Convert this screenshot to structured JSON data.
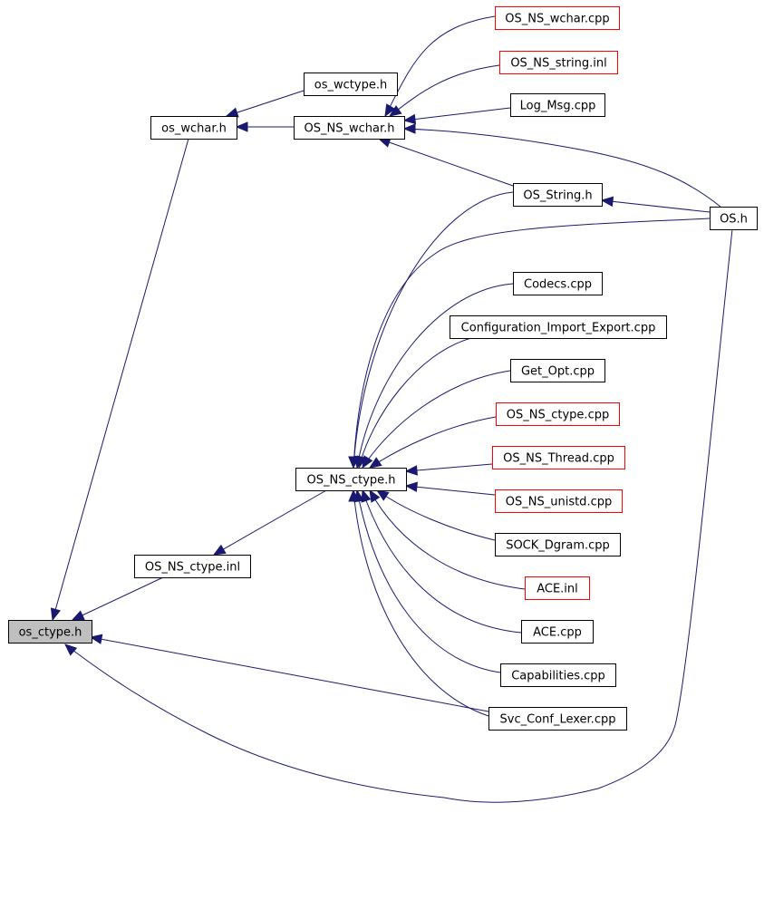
{
  "colors": {
    "edge": "#191970",
    "node_border_normal": "#000000",
    "node_border_truncated": "#ff0000",
    "node_fill": "#ffffff",
    "node_fill_focus": "#bfbfbf",
    "background": "#ffffff"
  },
  "nodes": [
    {
      "id": "os_ctype_h",
      "label": "os_ctype.h",
      "style": "focus"
    },
    {
      "id": "os_wchar_h",
      "label": "os_wchar.h",
      "style": "normal"
    },
    {
      "id": "os_wctype_h",
      "label": "os_wctype.h",
      "style": "normal"
    },
    {
      "id": "os_ns_wchar_h",
      "label": "OS_NS_wchar.h",
      "style": "normal"
    },
    {
      "id": "os_ns_wchar_cpp",
      "label": "OS_NS_wchar.cpp",
      "style": "truncated"
    },
    {
      "id": "os_ns_string_inl",
      "label": "OS_NS_string.inl",
      "style": "truncated"
    },
    {
      "id": "log_msg_cpp",
      "label": "Log_Msg.cpp",
      "style": "normal"
    },
    {
      "id": "os_string_h",
      "label": "OS_String.h",
      "style": "normal"
    },
    {
      "id": "os_h",
      "label": "OS.h",
      "style": "normal"
    },
    {
      "id": "codecs_cpp",
      "label": "Codecs.cpp",
      "style": "normal"
    },
    {
      "id": "config_cpp",
      "label": "Configuration_Import_Export.cpp",
      "style": "normal"
    },
    {
      "id": "get_opt_cpp",
      "label": "Get_Opt.cpp",
      "style": "normal"
    },
    {
      "id": "os_ns_ctype_cpp",
      "label": "OS_NS_ctype.cpp",
      "style": "truncated"
    },
    {
      "id": "os_ns_ctype_h",
      "label": "OS_NS_ctype.h",
      "style": "normal"
    },
    {
      "id": "os_ns_thread_cpp",
      "label": "OS_NS_Thread.cpp",
      "style": "truncated"
    },
    {
      "id": "os_ns_unistd_cpp",
      "label": "OS_NS_unistd.cpp",
      "style": "truncated"
    },
    {
      "id": "sock_dgram_cpp",
      "label": "SOCK_Dgram.cpp",
      "style": "normal"
    },
    {
      "id": "os_ns_ctype_inl",
      "label": "OS_NS_ctype.inl",
      "style": "normal"
    },
    {
      "id": "ace_inl",
      "label": "ACE.inl",
      "style": "truncated"
    },
    {
      "id": "ace_cpp",
      "label": "ACE.cpp",
      "style": "normal"
    },
    {
      "id": "capabilities_cpp",
      "label": "Capabilities.cpp",
      "style": "normal"
    },
    {
      "id": "svc_conf_lexer_cpp",
      "label": "Svc_Conf_Lexer.cpp",
      "style": "normal"
    }
  ],
  "edges": [
    {
      "from": "os_wchar_h",
      "to": "os_ctype_h"
    },
    {
      "from": "os_ns_ctype_inl",
      "to": "os_ctype_h"
    },
    {
      "from": "svc_conf_lexer_cpp",
      "to": "os_ctype_h"
    },
    {
      "from": "os_h",
      "to": "os_ctype_h"
    },
    {
      "from": "os_ns_wchar_h",
      "to": "os_wchar_h"
    },
    {
      "from": "os_wctype_h",
      "to": "os_ns_wchar_h"
    },
    {
      "from": "os_ns_wchar_cpp",
      "to": "os_ns_wchar_h"
    },
    {
      "from": "os_ns_string_inl",
      "to": "os_ns_wchar_h"
    },
    {
      "from": "log_msg_cpp",
      "to": "os_ns_wchar_h"
    },
    {
      "from": "os_h",
      "to": "os_ns_wchar_h"
    },
    {
      "from": "os_string_h",
      "to": "os_ns_wchar_h"
    },
    {
      "from": "os_h",
      "to": "os_string_h"
    },
    {
      "from": "os_ns_ctype_h",
      "to": "os_ns_ctype_inl"
    },
    {
      "from": "os_string_h",
      "to": "os_ns_ctype_h"
    },
    {
      "from": "os_h",
      "to": "os_ns_ctype_h"
    },
    {
      "from": "codecs_cpp",
      "to": "os_ns_ctype_h"
    },
    {
      "from": "config_cpp",
      "to": "os_ns_ctype_h"
    },
    {
      "from": "get_opt_cpp",
      "to": "os_ns_ctype_h"
    },
    {
      "from": "os_ns_ctype_cpp",
      "to": "os_ns_ctype_h"
    },
    {
      "from": "os_ns_thread_cpp",
      "to": "os_ns_ctype_h"
    },
    {
      "from": "os_ns_unistd_cpp",
      "to": "os_ns_ctype_h"
    },
    {
      "from": "sock_dgram_cpp",
      "to": "os_ns_ctype_h"
    },
    {
      "from": "ace_inl",
      "to": "os_ns_ctype_h"
    },
    {
      "from": "ace_cpp",
      "to": "os_ns_ctype_h"
    },
    {
      "from": "capabilities_cpp",
      "to": "os_ns_ctype_h"
    },
    {
      "from": "svc_conf_lexer_cpp",
      "to": "os_ns_ctype_h"
    }
  ]
}
